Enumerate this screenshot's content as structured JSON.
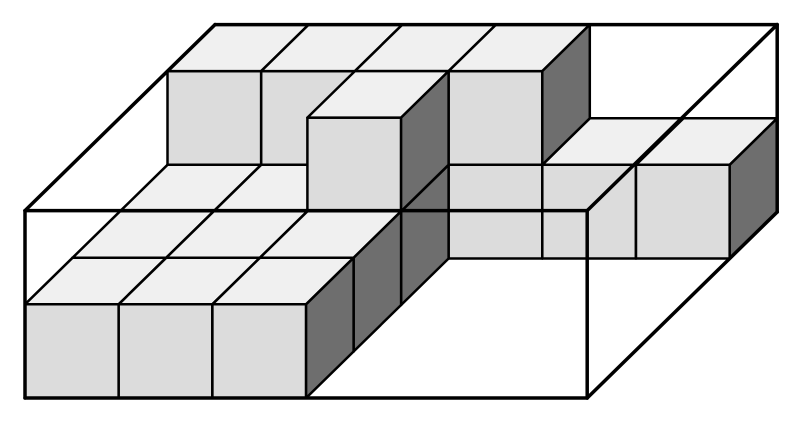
{
  "diagram": {
    "box_units": {
      "width": 6,
      "depth": 4,
      "height": 2
    },
    "cubes": [
      [
        0,
        3,
        0
      ],
      [
        1,
        3,
        0
      ],
      [
        2,
        3,
        0
      ],
      [
        3,
        3,
        0
      ],
      [
        4,
        3,
        0
      ],
      [
        5,
        3,
        0
      ],
      [
        0,
        3,
        1
      ],
      [
        1,
        3,
        1
      ],
      [
        2,
        3,
        1
      ],
      [
        3,
        3,
        1
      ],
      [
        0,
        2,
        0
      ],
      [
        1,
        2,
        0
      ],
      [
        2,
        2,
        0
      ],
      [
        2,
        2,
        1
      ],
      [
        0,
        1,
        0
      ],
      [
        1,
        1,
        0
      ],
      [
        2,
        1,
        0
      ],
      [
        0,
        0,
        0
      ],
      [
        1,
        0,
        0
      ],
      [
        2,
        0,
        0
      ]
    ],
    "colors": {
      "front": "#dcdcdc",
      "top": "#f0f0f0",
      "side": "#6e6e6e",
      "edge": "#000000",
      "background": "#ffffff"
    }
  }
}
